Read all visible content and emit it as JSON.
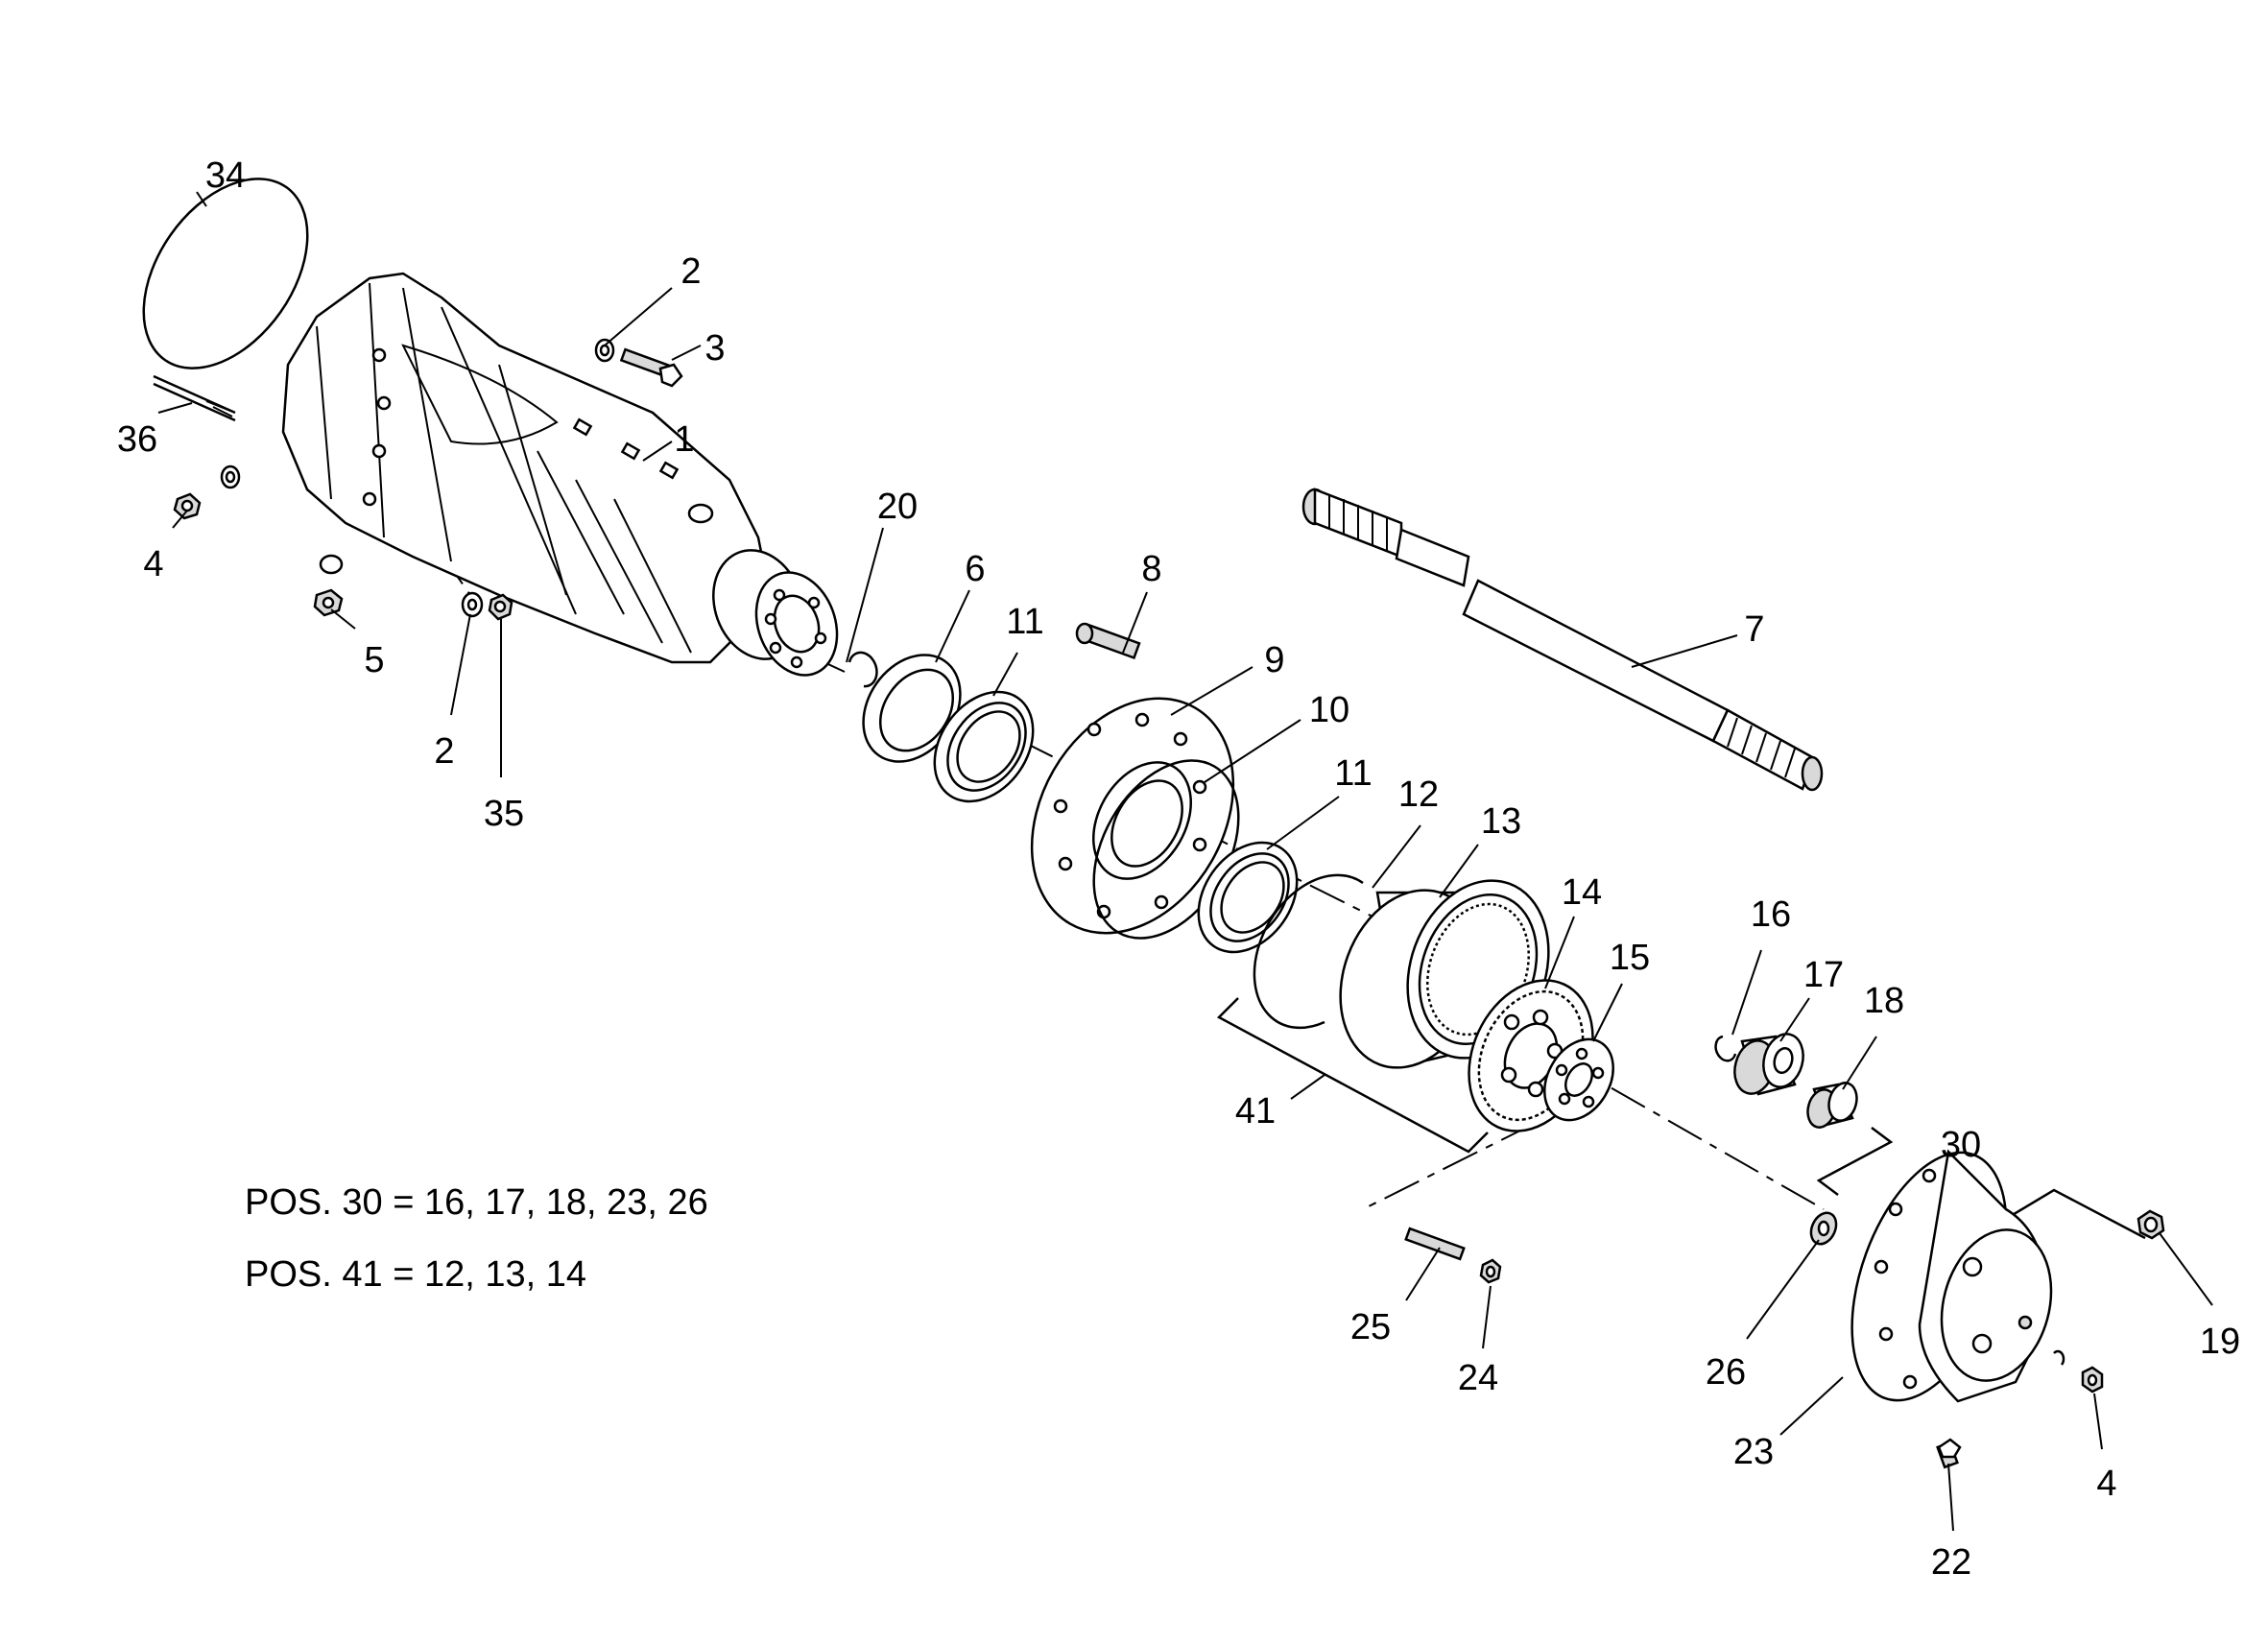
{
  "callouts": [
    {
      "id": "c34",
      "text": "34"
    },
    {
      "id": "c2a",
      "text": "2"
    },
    {
      "id": "c3",
      "text": "3"
    },
    {
      "id": "c1",
      "text": "1"
    },
    {
      "id": "c36",
      "text": "36"
    },
    {
      "id": "c4a",
      "text": "4"
    },
    {
      "id": "c5",
      "text": "5"
    },
    {
      "id": "c2b",
      "text": "2"
    },
    {
      "id": "c35",
      "text": "35"
    },
    {
      "id": "c20",
      "text": "20"
    },
    {
      "id": "c6",
      "text": "6"
    },
    {
      "id": "c11a",
      "text": "11"
    },
    {
      "id": "c8",
      "text": "8"
    },
    {
      "id": "c9",
      "text": "9"
    },
    {
      "id": "c10",
      "text": "10"
    },
    {
      "id": "c11b",
      "text": "11"
    },
    {
      "id": "c12",
      "text": "12"
    },
    {
      "id": "c13",
      "text": "13"
    },
    {
      "id": "c7",
      "text": "7"
    },
    {
      "id": "c14",
      "text": "14"
    },
    {
      "id": "c15",
      "text": "15"
    },
    {
      "id": "c16",
      "text": "16"
    },
    {
      "id": "c17",
      "text": "17"
    },
    {
      "id": "c18",
      "text": "18"
    },
    {
      "id": "c41",
      "text": "41"
    },
    {
      "id": "c30",
      "text": "30"
    },
    {
      "id": "c19",
      "text": "19"
    },
    {
      "id": "c25",
      "text": "25"
    },
    {
      "id": "c24",
      "text": "24"
    },
    {
      "id": "c26",
      "text": "26"
    },
    {
      "id": "c23",
      "text": "23"
    },
    {
      "id": "c4b",
      "text": "4"
    },
    {
      "id": "c22",
      "text": "22"
    }
  ],
  "notes": [
    "POS. 30 = 16, 17, 18, 23, 26",
    "POS. 41 = 12, 13, 14"
  ]
}
